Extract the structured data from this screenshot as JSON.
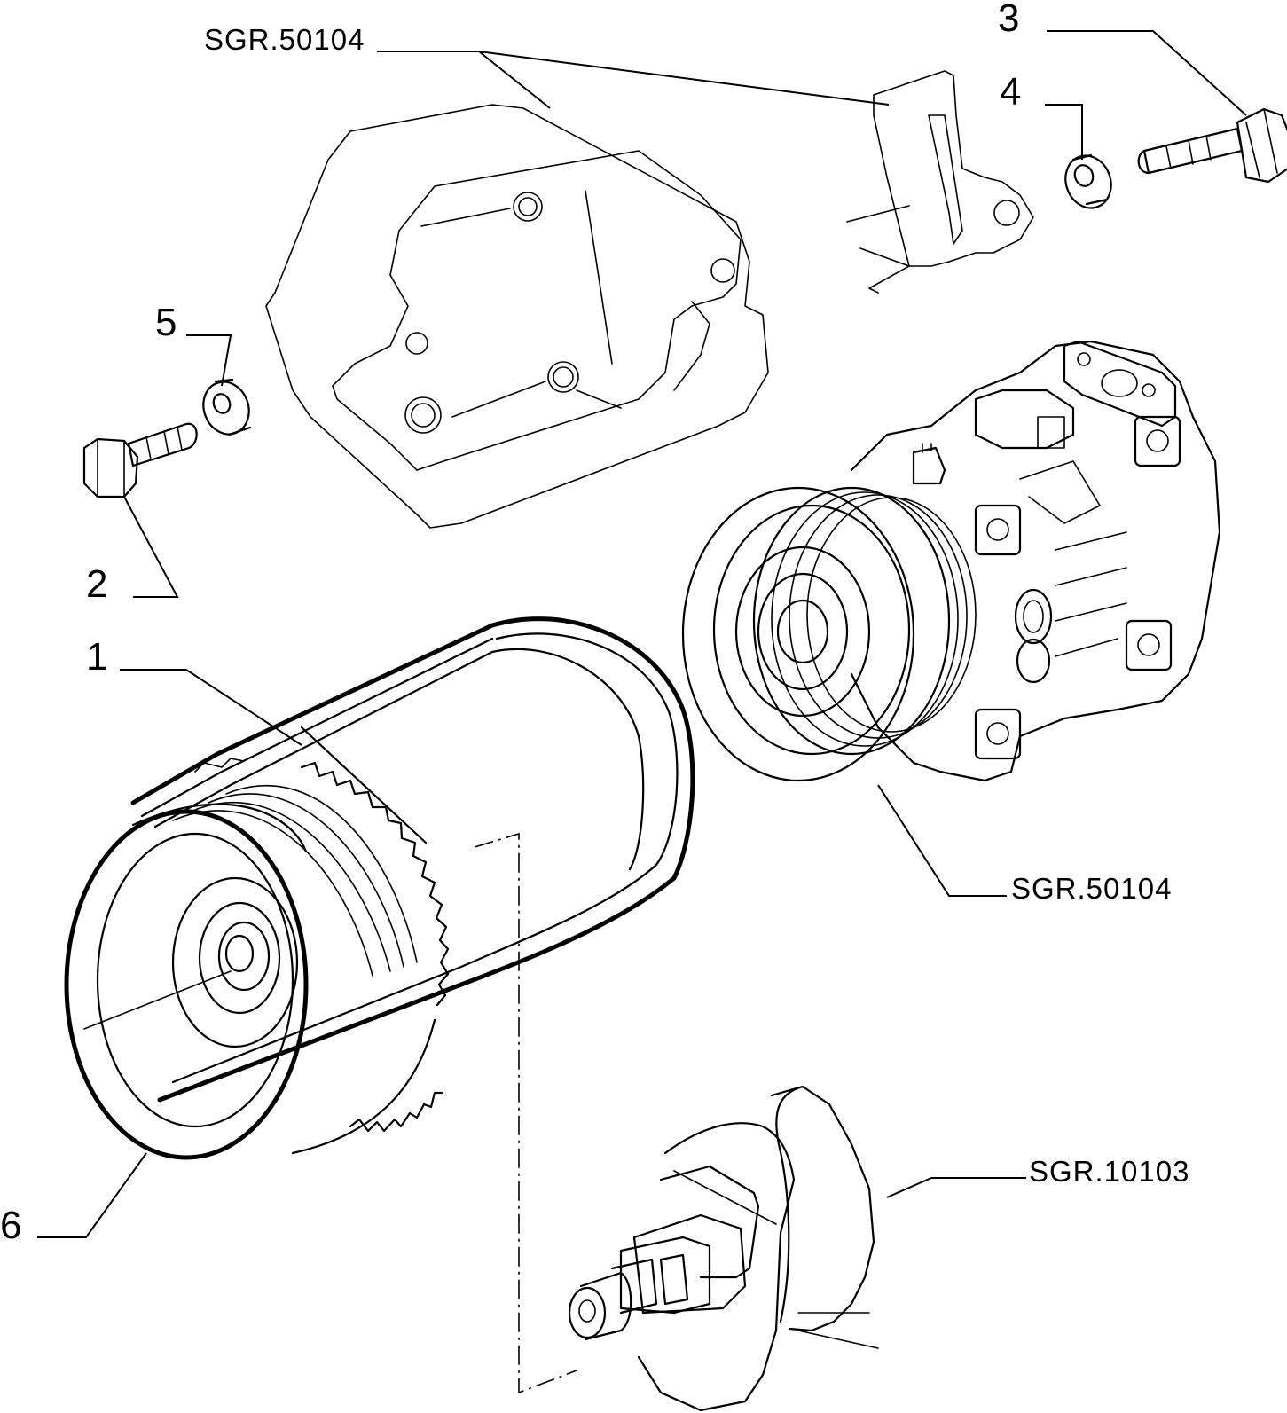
{
  "callouts": {
    "c1": "1",
    "c2": "2",
    "c3": "3",
    "c4": "4",
    "c5": "5",
    "c6": "6"
  },
  "references": {
    "bracket_ref": "SGR.50104",
    "compressor_ref": "SGR.50104",
    "crankshaft_ref": "SGR.10103"
  },
  "parts": [
    {
      "id": "1",
      "name": "belt"
    },
    {
      "id": "2",
      "name": "bolt"
    },
    {
      "id": "3",
      "name": "bolt"
    },
    {
      "id": "4",
      "name": "washer"
    },
    {
      "id": "5",
      "name": "washer"
    },
    {
      "id": "6",
      "name": "pulley"
    }
  ],
  "colors": {
    "line": "#000000",
    "background": "#ffffff"
  }
}
